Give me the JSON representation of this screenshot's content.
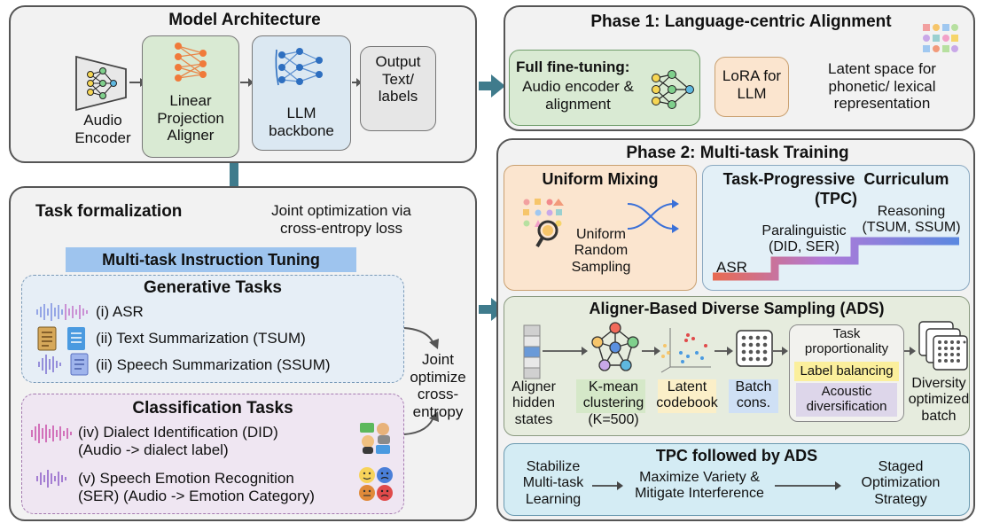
{
  "model_arch": {
    "title": "Model Architecture",
    "audio_encoder": "Audio\nEncoder",
    "aligner": "Linear\nProjection\nAligner",
    "llm": "LLM\nbackbone",
    "output": "Output\nText/\nlabels"
  },
  "task_form": {
    "title": "Task formalization",
    "joint_opt": "Joint optimization via\ncross-entropy loss",
    "mtit": "Multi-task Instruction Tuning",
    "generative_title": "Generative Tasks",
    "gen_items": [
      "(i) ASR",
      "(ii) Text Summarization (TSUM)",
      "(ii) Speech Summarization (SSUM)"
    ],
    "classification_title": "Classification Tasks",
    "cls_items": [
      "(iv) Dialect Identification (DID)\n(Audio -> dialect label)",
      "(v) Speech Emotion Recognition\n(SER) (Audio -> Emotion Category)"
    ],
    "joint_optimize": "Joint\noptimize\ncross-\nentropy"
  },
  "phase1": {
    "title": "Phase 1: Language-centric Alignment",
    "full_ft_title": "Full fine-tuning:",
    "full_ft_text": "Audio encoder &\nalignment",
    "lora": "LoRA for\nLLM",
    "latent": "Latent space for\nphonetic/ lexical\nrepresentation"
  },
  "phase2": {
    "title": "Phase 2: Multi-task Training",
    "uniform_title": "Uniform Mixing",
    "uniform_text": "Uniform\nRandom\nSampling",
    "tpc_title": "Task-Progressive  Curriculum\n(TPC)",
    "tpc_asr": "ASR",
    "tpc_para": "Paralinguistic\n(DID, SER)",
    "tpc_reason": "Reasoning\n(TSUM, SSUM)",
    "ads_title": "Aligner-Based Diverse Sampling (ADS)",
    "ads_hidden": "Aligner\nhidden\nstates",
    "ads_kmean": "K-mean\nclustering\n(K=500)",
    "ads_codebook": "Latent\ncodebook",
    "ads_batch": "Batch\ncons.",
    "ads_task_prop": "Task\nproportionality",
    "ads_label_bal": "Label balancing",
    "ads_acoustic": "Acoustic\ndiversification",
    "ads_output": "Diversity\noptimized\nbatch",
    "tpc_ads_title": "TPC followed by ADS",
    "step1": "Stabilize\nMulti-task\nLearning",
    "step2": "Maximize Variety &\nMitigate Interference",
    "step3": "Staged\nOptimization\nStrategy"
  },
  "colors": {
    "arrow_teal": "#3f7b8c",
    "green_box": "#d9ead3",
    "orange_box": "#fbe5cf",
    "blue_box": "#dbe8f2",
    "blue_banner": "#9ec4ee",
    "tpc_bg": "#e3f0f7",
    "lavender": "#ddd6ea"
  }
}
